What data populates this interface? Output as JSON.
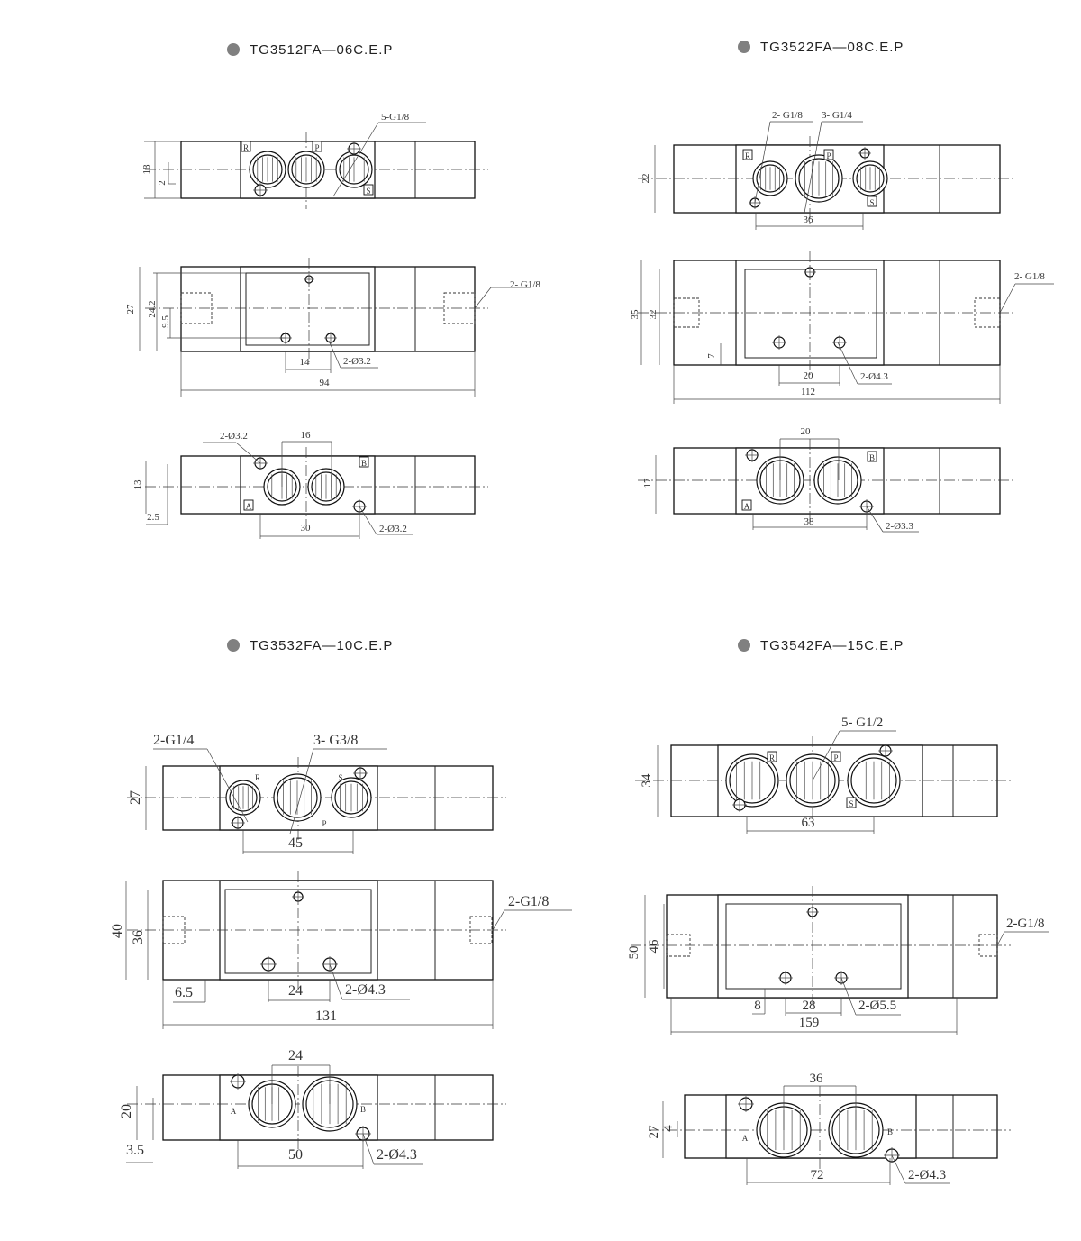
{
  "bullet_color": "#808080",
  "drawings": [
    {
      "title": "TG3512FA—06C.E.P",
      "views": [
        {
          "name": "top-view",
          "labels": [
            "5-G1/8",
            "18",
            "2"
          ],
          "ports": [
            "R",
            "P",
            "S"
          ]
        },
        {
          "name": "front-view",
          "labels": [
            "27",
            "24.2",
            "9.5",
            "14",
            "2-Ø3.2",
            "94",
            "2- G1/8"
          ],
          "ports": []
        },
        {
          "name": "bottom-view",
          "labels": [
            "2-Ø3.2",
            "16",
            "13",
            "2.5",
            "30",
            "2-Ø3.2"
          ],
          "ports": [
            "B",
            "A"
          ]
        }
      ]
    },
    {
      "title": "TG3522FA—08C.E.P",
      "views": [
        {
          "name": "top-view",
          "labels": [
            "2- G1/8",
            "3- G1/4",
            "22",
            "36"
          ],
          "ports": [
            "R",
            "P",
            "S"
          ]
        },
        {
          "name": "front-view",
          "labels": [
            "35",
            "32",
            "7",
            "20",
            "2-Ø4.3",
            "112",
            "2- G1/8"
          ],
          "ports": []
        },
        {
          "name": "bottom-view",
          "labels": [
            "20",
            "17",
            "38",
            "2-Ø3.3"
          ],
          "ports": [
            "B",
            "A"
          ]
        }
      ]
    },
    {
      "title": "TG3532FA—10C.E.P",
      "views": [
        {
          "name": "top-view",
          "labels": [
            "2-G1/4",
            "3- G3/8",
            "27",
            "45"
          ],
          "ports": [
            "R",
            "S",
            "P"
          ]
        },
        {
          "name": "front-view",
          "labels": [
            "40",
            "36",
            "6.5",
            "24",
            "2-Ø4.3",
            "131",
            "2-G1/8"
          ],
          "ports": []
        },
        {
          "name": "bottom-view",
          "labels": [
            "24",
            "20",
            "3.5",
            "50",
            "2-Ø4.3"
          ],
          "ports": [
            "A",
            "B"
          ]
        }
      ]
    },
    {
      "title": "TG3542FA—15C.E.P",
      "views": [
        {
          "name": "top-view",
          "labels": [
            "5- G1/2",
            "34",
            "63"
          ],
          "ports": [
            "R",
            "P",
            "S"
          ]
        },
        {
          "name": "front-view",
          "labels": [
            "50",
            "46",
            "8",
            "28",
            "2-Ø5.5",
            "159",
            "2-G1/8"
          ],
          "ports": []
        },
        {
          "name": "bottom-view",
          "labels": [
            "36",
            "27",
            "4",
            "72",
            "2-Ø4.3"
          ],
          "ports": [
            "A",
            "B"
          ]
        }
      ]
    }
  ]
}
